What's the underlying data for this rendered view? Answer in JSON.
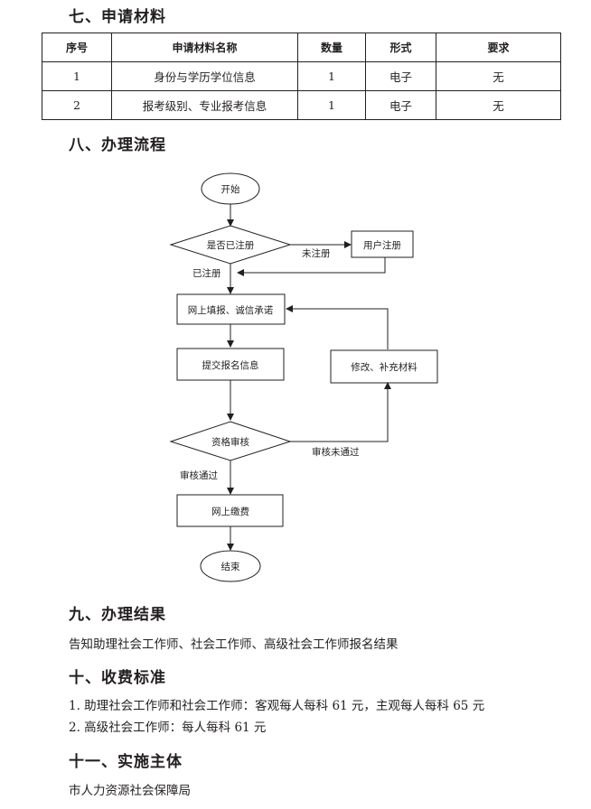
{
  "sec7": {
    "heading": "七、申请材料",
    "columns": [
      "序号",
      "申请材料名称",
      "数量",
      "形式",
      "要求"
    ],
    "rows": [
      [
        "1",
        "身份与学历学位信息",
        "1",
        "电子",
        "无"
      ],
      [
        "2",
        "报考级别、专业报考信息",
        "1",
        "电子",
        "无"
      ]
    ]
  },
  "sec8": {
    "heading": "八、办理流程",
    "flow": {
      "start": "开始",
      "registered_q": "是否已注册",
      "not_registered": "未注册",
      "user_register": "用户注册",
      "registered": "已注册",
      "fill_online": "网上填报、诚信承诺",
      "submit_info": "提交报名信息",
      "revise": "修改、补充材料",
      "review": "资格审核",
      "review_fail": "审核未通过",
      "review_pass": "审核通过",
      "pay_online": "网上缴费",
      "end": "结束"
    }
  },
  "sec9": {
    "heading": "九、办理结果",
    "text": "告知助理社会工作师、社会工作师、高级社会工作师报名结果"
  },
  "sec10": {
    "heading": "十、收费标准",
    "line1": "1. 助理社会工作师和社会工作师：客观每人每科 61 元，主观每人每科 65 元",
    "line2": "2. 高级社会工作师：每人每科 61 元"
  },
  "sec11": {
    "heading": "十一、实施主体",
    "text": "市人力资源社会保障局"
  }
}
